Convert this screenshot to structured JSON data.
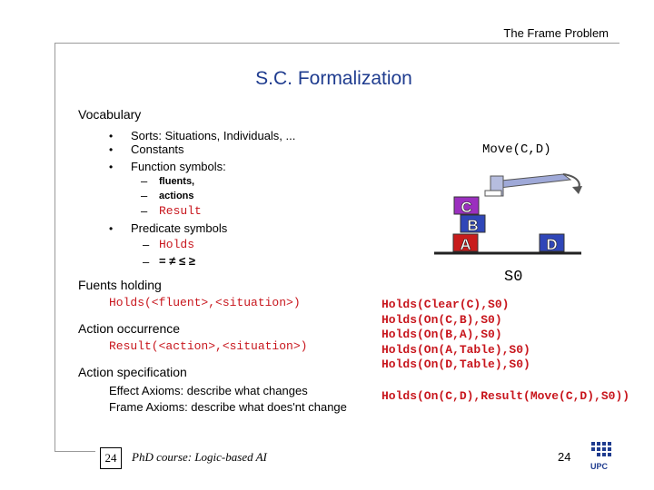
{
  "header": {
    "title": "The Frame Problem"
  },
  "slide": {
    "title": "S.C. Formalization"
  },
  "vocabulary": {
    "heading": "Vocabulary",
    "bullets": [
      "Sorts: Situations, Individuals, ...",
      "Constants",
      "Function symbols:"
    ],
    "function_items": [
      "fluents,",
      "actions",
      "Result"
    ],
    "predicate_heading": "Predicate symbols",
    "predicate_items": [
      "Holds",
      "= ≠ ≤ ≥"
    ]
  },
  "fluents": {
    "heading": "Fuents holding",
    "formula": "Holds(<fluent>,<situation>)"
  },
  "action": {
    "heading": "Action occurrence",
    "formula": "Result(<action>,<situation>)"
  },
  "spec": {
    "heading": "Action specification",
    "effect": "Effect Axioms: describe what changes",
    "frame": "Frame Axioms: describe what does'nt change"
  },
  "diagram": {
    "move_label": "Move(C,D)",
    "blocks": [
      "C",
      "B",
      "A",
      "D"
    ],
    "situation": "S0",
    "colors": {
      "C": "#9b2fbf",
      "B": "#2f46b8",
      "A": "#c81c1c",
      "D": "#2f46b8"
    }
  },
  "holds": [
    "Holds(Clear(C),S0)",
    "Holds(On(C,B),S0)",
    "Holds(On(B,A),S0)",
    "Holds(On(A,Table),S0)",
    "Holds(On(D,Table),S0)"
  ],
  "result_formula": "Holds(On(C,D),Result(Move(C,D),S0))",
  "footer": {
    "page_box": "24",
    "course": "PhD course: Logic-based AI",
    "page_number": "24",
    "logo_text": "UPC"
  }
}
